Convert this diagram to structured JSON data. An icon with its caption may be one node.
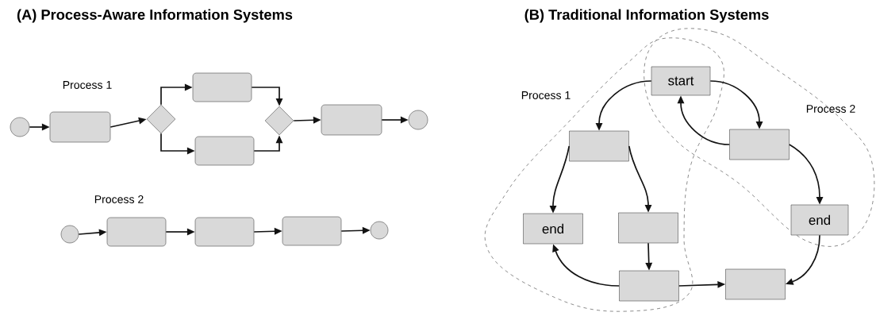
{
  "diagram": {
    "nodes": [
      {
        "text": [],
        "shape": "circle"
      },
      {
        "text": [],
        "shape": "box"
      },
      {
        "text": [],
        "shape": "diamond"
      },
      {
        "text": [],
        "shape": "box"
      },
      {
        "text": [],
        "shape": "box"
      },
      {
        "text": [],
        "shape": "diamond"
      },
      {
        "text": [],
        "shape": "box"
      },
      {
        "text": [],
        "shape": "circle"
      },
      {
        "text": [],
        "shape": "circle"
      },
      {
        "text": [],
        "shape": "box"
      },
      {
        "text": [],
        "shape": "box"
      },
      {
        "text": [],
        "shape": "box"
      },
      {
        "text": [],
        "shape": "circle"
      },
      {
        "text": [
          "start"
        ]
      },
      {
        "text": [],
        "shape": "box"
      },
      {
        "text": [],
        "shape": "box"
      },
      {
        "text": [
          "end"
        ]
      },
      {
        "text": [],
        "shape": "box"
      },
      {
        "text": [
          "end"
        ]
      },
      {
        "text": [],
        "shape": "box"
      },
      {
        "text": [],
        "shape": "box"
      }
    ],
    "edges": [
      {
        "from": 0,
        "to": 1,
        "arrow": "to"
      },
      {
        "from": 1,
        "to": 2,
        "arrow": "to"
      },
      {
        "from": 2,
        "to": 3,
        "arrow": "to"
      },
      {
        "from": 2,
        "to": 4,
        "arrow": "to"
      },
      {
        "from": 3,
        "to": 5,
        "arrow": "to"
      },
      {
        "from": 4,
        "to": 5,
        "arrow": "to"
      },
      {
        "from": 5,
        "to": 6,
        "arrow": "to"
      },
      {
        "from": 6,
        "to": 7,
        "arrow": "to"
      },
      {
        "from": 8,
        "to": 9,
        "arrow": "to"
      },
      {
        "from": 9,
        "to": 10,
        "arrow": "to"
      },
      {
        "from": 10,
        "to": 11,
        "arrow": "to"
      },
      {
        "from": 11,
        "to": 12,
        "arrow": "to"
      },
      {
        "from": 13,
        "to": 14,
        "arrow": "to"
      },
      {
        "from": 13,
        "to": 15,
        "arrow": "to"
      },
      {
        "from": 15,
        "to": 13,
        "arrow": "to"
      },
      {
        "from": 14,
        "to": 16,
        "arrow": "to"
      },
      {
        "from": 14,
        "to": 17,
        "arrow": "to"
      },
      {
        "from": 17,
        "to": 19,
        "arrow": "to"
      },
      {
        "from": 19,
        "to": 16,
        "arrow": "to"
      },
      {
        "from": 19,
        "to": 20,
        "arrow": "to"
      },
      {
        "from": 15,
        "to": 18,
        "arrow": "to"
      },
      {
        "from": 18,
        "to": 20,
        "arrow": "to"
      }
    ],
    "labels": [
      "(A) Process-Aware Information Systems",
      "(B) Traditional Information Systems",
      "Process 1",
      "Process 2",
      "Process 1",
      "Process 2"
    ]
  }
}
